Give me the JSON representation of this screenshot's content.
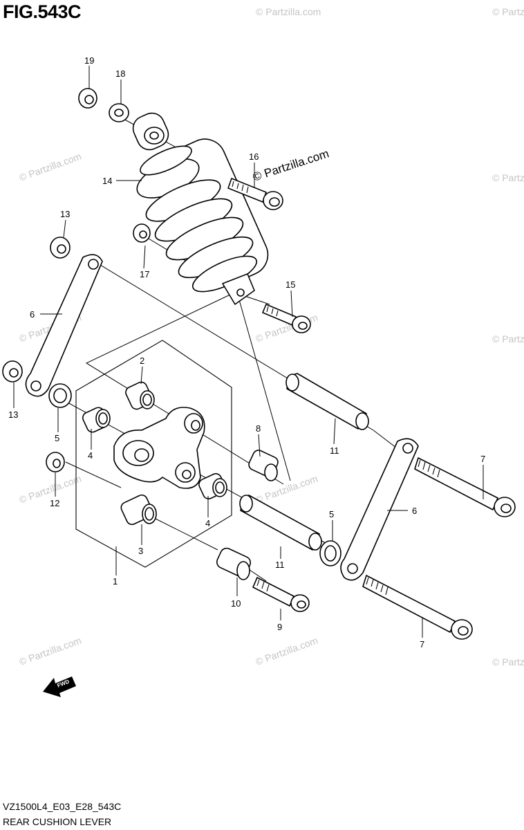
{
  "figure": {
    "title": "FIG.543C"
  },
  "footer": {
    "model_code": "VZ1500L4_E03_E28_543C",
    "section_name": "REAR CUSHION LEVER"
  },
  "watermark": {
    "text": "© Partzilla.com",
    "text_color": "#c4c4c4"
  },
  "direction_arrow": {
    "label": "FWD"
  },
  "callouts": [
    "19",
    "18",
    "16",
    "14",
    "13",
    "17",
    "15",
    "6",
    "2",
    "13",
    "5",
    "8",
    "11",
    "4",
    "7",
    "12",
    "4",
    "5",
    "6",
    "3",
    "11",
    "1",
    "10",
    "9",
    "7"
  ]
}
